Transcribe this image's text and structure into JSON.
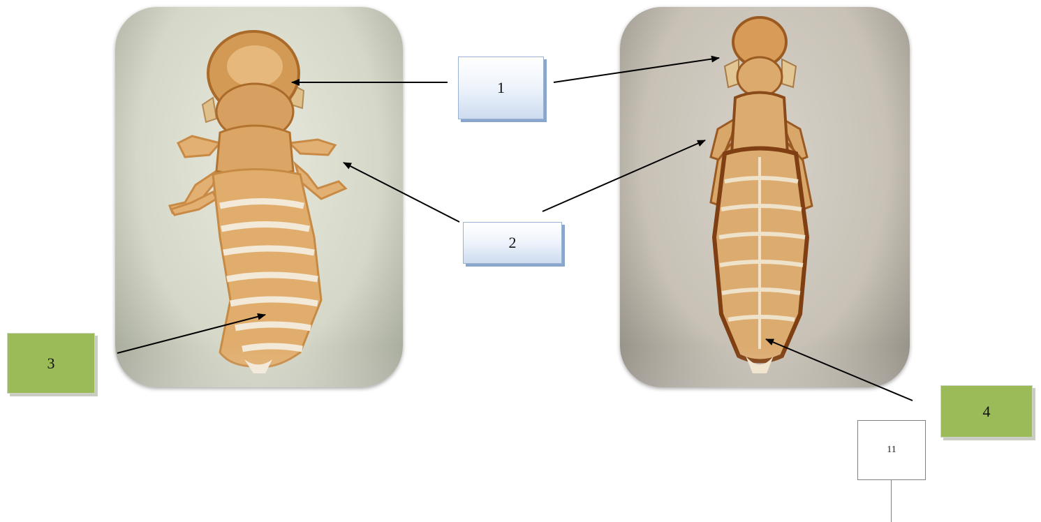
{
  "labels": {
    "one": "1",
    "two": "2",
    "three": "3",
    "four": "4"
  },
  "page_number": "11",
  "colors": {
    "callout_blue_border": "#9bb3d3",
    "callout_green_fill": "#9bbb59",
    "arrow": "#000000",
    "specimen_light": "#d9a25a",
    "specimen_dark": "#8e4d1c"
  },
  "icons": {
    "specimen_left": "louse-specimen-left",
    "specimen_right": "louse-specimen-right"
  }
}
